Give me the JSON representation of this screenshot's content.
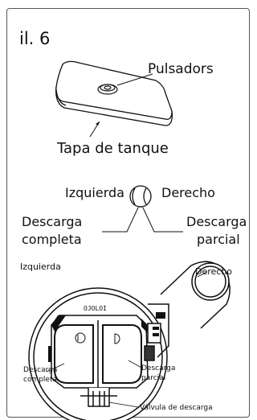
{
  "figure": {
    "label": "il. 6"
  },
  "top_diagram": {
    "button_label": "Pulsadors",
    "lid_label": "Tapa de tanque"
  },
  "dial_diagram": {
    "left_label": "Izquierda",
    "right_label": "Derecho",
    "full_flush_line1": "Descarga",
    "full_flush_line2": "completa",
    "partial_flush_line1": "Descarga",
    "partial_flush_line2": "parcial"
  },
  "valve_diagram": {
    "left_label": "Izquierda",
    "right_label": "Derecho",
    "full_flush_line1": "Descarga",
    "full_flush_line2": "completa",
    "partial_flush_line1": "Descarga",
    "partial_flush_line2": "parcial",
    "valve_label": "Válvula de descarga",
    "embossed_text": "OJOLOI"
  }
}
